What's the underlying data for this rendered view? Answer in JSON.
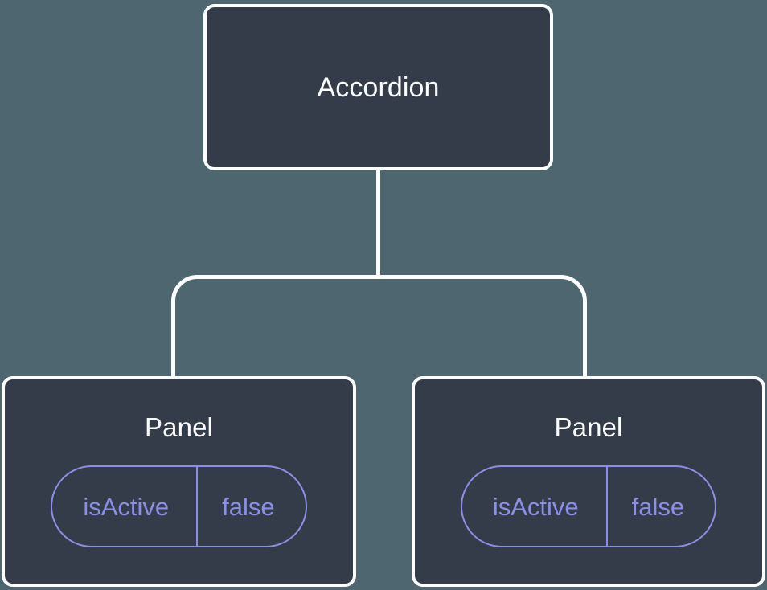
{
  "diagram": {
    "type": "component-tree",
    "background_color": "#4d6670",
    "node_fill_color": "#343b49",
    "node_border_color": "#ffffff",
    "edge_color": "#ffffff",
    "badge_color": "#8b8fe8",
    "title_color": "#ffffff",
    "root": {
      "label": "Accordion"
    },
    "children": [
      {
        "label": "Panel",
        "badge": {
          "key": "isActive",
          "value": "false"
        }
      },
      {
        "label": "Panel",
        "badge": {
          "key": "isActive",
          "value": "false"
        }
      }
    ]
  }
}
